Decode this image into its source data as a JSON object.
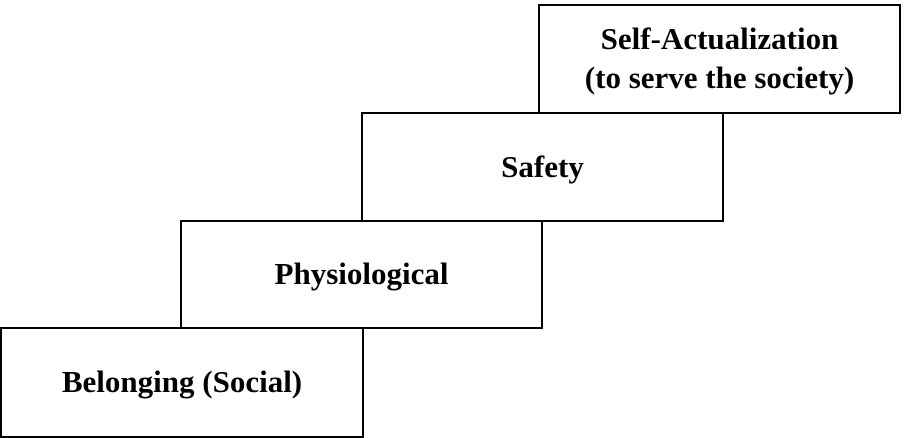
{
  "diagram": {
    "steps": [
      {
        "lines": [
          "Belonging (Social)"
        ]
      },
      {
        "lines": [
          "Physiological"
        ]
      },
      {
        "lines": [
          "Safety"
        ]
      },
      {
        "lines": [
          "Self-Actualization",
          "(to serve the society)"
        ]
      }
    ]
  }
}
